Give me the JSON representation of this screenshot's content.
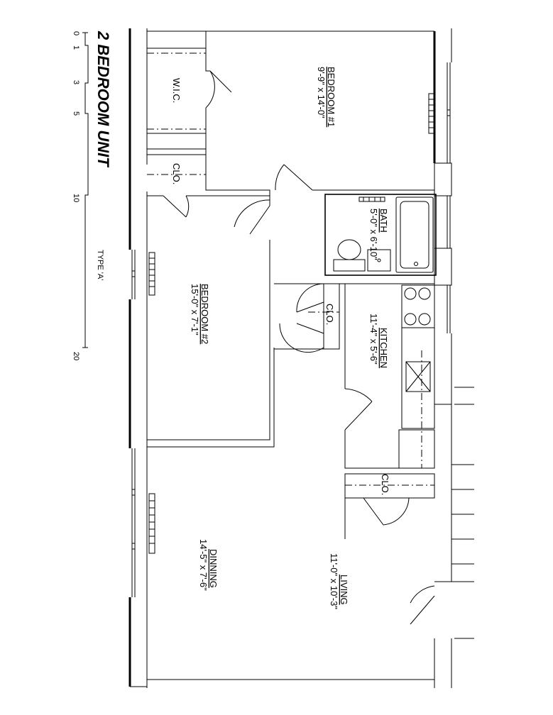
{
  "plan": {
    "title": "2 BEDROOM UNIT",
    "type_label": "TYPE 'A'",
    "scale_ticks": [
      "0",
      "1",
      "3",
      "5",
      "10",
      "20"
    ],
    "rooms": [
      {
        "id": "bedroom1",
        "name": "BEDROOM #1",
        "dims": "9'-9\" x 14'-0\""
      },
      {
        "id": "wic",
        "name": "W.I.C.",
        "dims": ""
      },
      {
        "id": "clo1",
        "name": "CLO.",
        "dims": ""
      },
      {
        "id": "bath",
        "name": "BATH",
        "dims": "5'-0\" x 6'-10\""
      },
      {
        "id": "bedroom2",
        "name": "BEDROOM #2",
        "dims": "15'-0\" x 7'-1\""
      },
      {
        "id": "clo2",
        "name": "CLO.",
        "dims": ""
      },
      {
        "id": "kitchen",
        "name": "KITCHEN",
        "dims": "11'-4\" x 5'-6\""
      },
      {
        "id": "clo3",
        "name": "CLO.",
        "dims": ""
      },
      {
        "id": "dinning",
        "name": "DINNING",
        "dims": "14'-5\" x 7'-6\""
      },
      {
        "id": "living",
        "name": "LIVING",
        "dims": "11'-0\" x 10'-3\""
      }
    ]
  }
}
